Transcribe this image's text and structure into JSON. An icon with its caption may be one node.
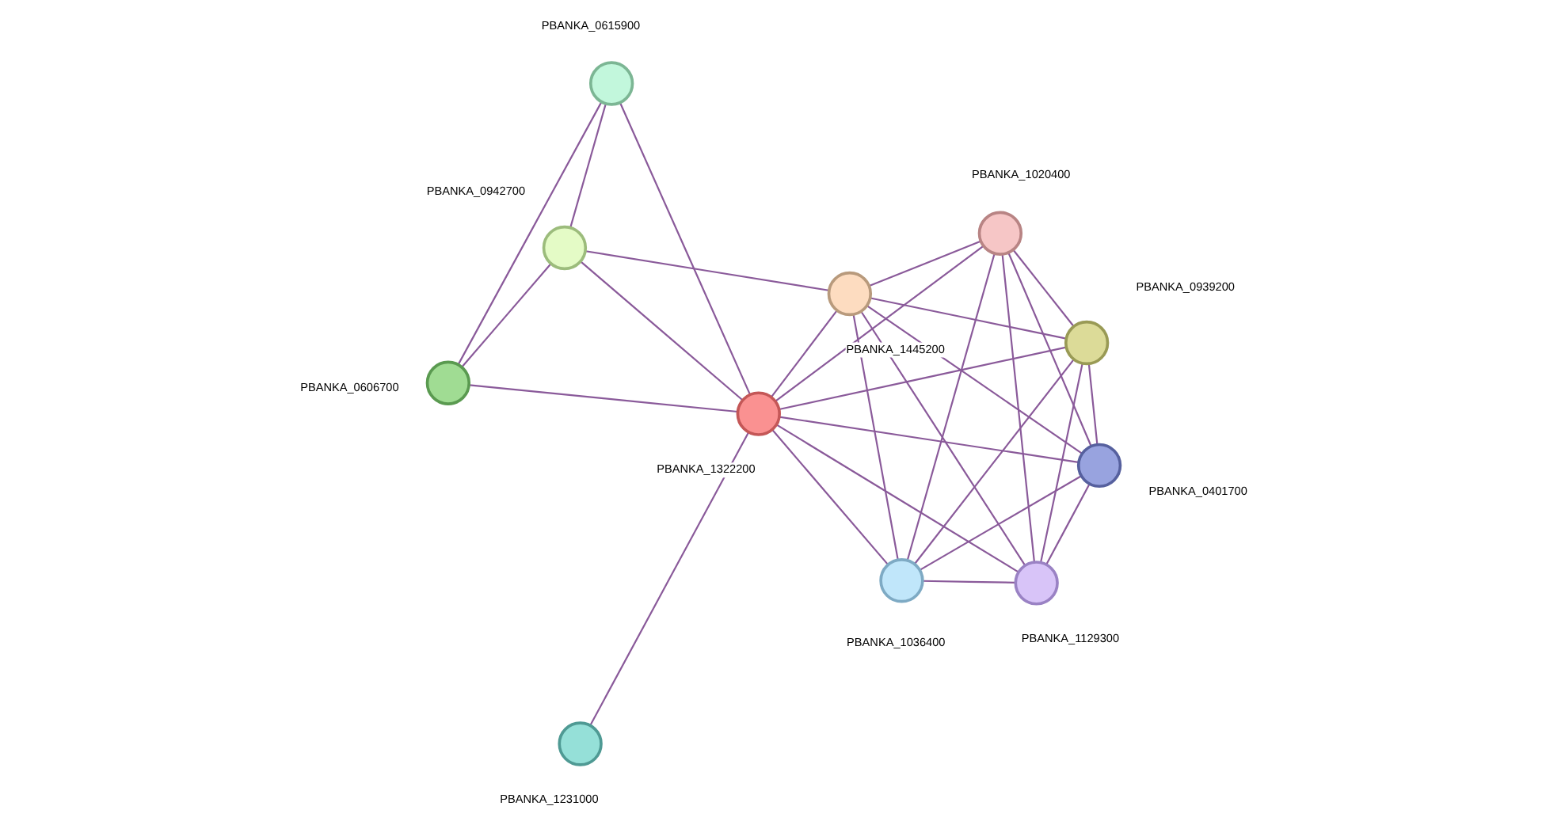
{
  "diagram": {
    "nodes": [
      {
        "text": [],
        "shape": "circle",
        "beside": [
          "PBANKA_1231000"
        ]
      },
      {
        "text": [],
        "shape": "circle",
        "beside": [
          "PBANKA_1020400"
        ]
      },
      {
        "text": [],
        "shape": "circle",
        "beside": [
          "PBANKA_0939200"
        ]
      },
      {
        "text": [],
        "shape": "circle",
        "beside": [
          "PBANKA_1129300"
        ]
      },
      {
        "text": [],
        "shape": "circle",
        "beside": [
          "PBANKA_1322200"
        ]
      },
      {
        "text": [],
        "shape": "circle",
        "beside": [
          "PBANKA_1036400"
        ]
      },
      {
        "text": [],
        "shape": "circle",
        "beside": [
          "PBANKA_1445200"
        ]
      },
      {
        "text": [],
        "shape": "circle",
        "beside": [
          "PBANKA_0401700"
        ]
      },
      {
        "text": [],
        "shape": "circle",
        "beside": [
          "PBANKA_0615900"
        ]
      },
      {
        "text": [],
        "shape": "circle",
        "beside": [
          "PBANKA_0942700"
        ]
      },
      {
        "text": [],
        "shape": "circle",
        "beside": [
          "PBANKA_0606700"
        ]
      }
    ],
    "edges": [
      {
        "from": 0,
        "to": 4,
        "arrow": "none"
      },
      {
        "from": 4,
        "to": 2,
        "arrow": "none"
      },
      {
        "from": 4,
        "to": 1,
        "arrow": "none"
      },
      {
        "from": 4,
        "to": 3,
        "arrow": "none"
      },
      {
        "from": 4,
        "to": 5,
        "arrow": "none"
      },
      {
        "from": 4,
        "to": 6,
        "arrow": "none"
      },
      {
        "from": 4,
        "to": 7,
        "arrow": "none"
      },
      {
        "from": 4,
        "to": 8,
        "arrow": "none"
      },
      {
        "from": 4,
        "to": 9,
        "arrow": "none"
      },
      {
        "from": 4,
        "to": 10,
        "arrow": "none"
      },
      {
        "from": 2,
        "to": 1,
        "arrow": "none"
      },
      {
        "from": 2,
        "to": 3,
        "arrow": "none"
      },
      {
        "from": 2,
        "to": 5,
        "arrow": "none"
      },
      {
        "from": 2,
        "to": 6,
        "arrow": "none"
      },
      {
        "from": 2,
        "to": 7,
        "arrow": "none"
      },
      {
        "from": 1,
        "to": 3,
        "arrow": "none"
      },
      {
        "from": 1,
        "to": 5,
        "arrow": "none"
      },
      {
        "from": 1,
        "to": 6,
        "arrow": "none"
      },
      {
        "from": 1,
        "to": 7,
        "arrow": "none"
      },
      {
        "from": 3,
        "to": 5,
        "arrow": "none"
      },
      {
        "from": 3,
        "to": 6,
        "arrow": "none"
      },
      {
        "from": 3,
        "to": 7,
        "arrow": "none"
      },
      {
        "from": 5,
        "to": 6,
        "arrow": "none"
      },
      {
        "from": 5,
        "to": 7,
        "arrow": "none"
      },
      {
        "from": 6,
        "to": 7,
        "arrow": "none"
      },
      {
        "from": 6,
        "to": 9,
        "arrow": "none"
      },
      {
        "from": 8,
        "to": 10,
        "arrow": "none"
      },
      {
        "from": 8,
        "to": 9,
        "arrow": "none"
      },
      {
        "from": 9,
        "to": 10,
        "arrow": "none"
      }
    ]
  }
}
